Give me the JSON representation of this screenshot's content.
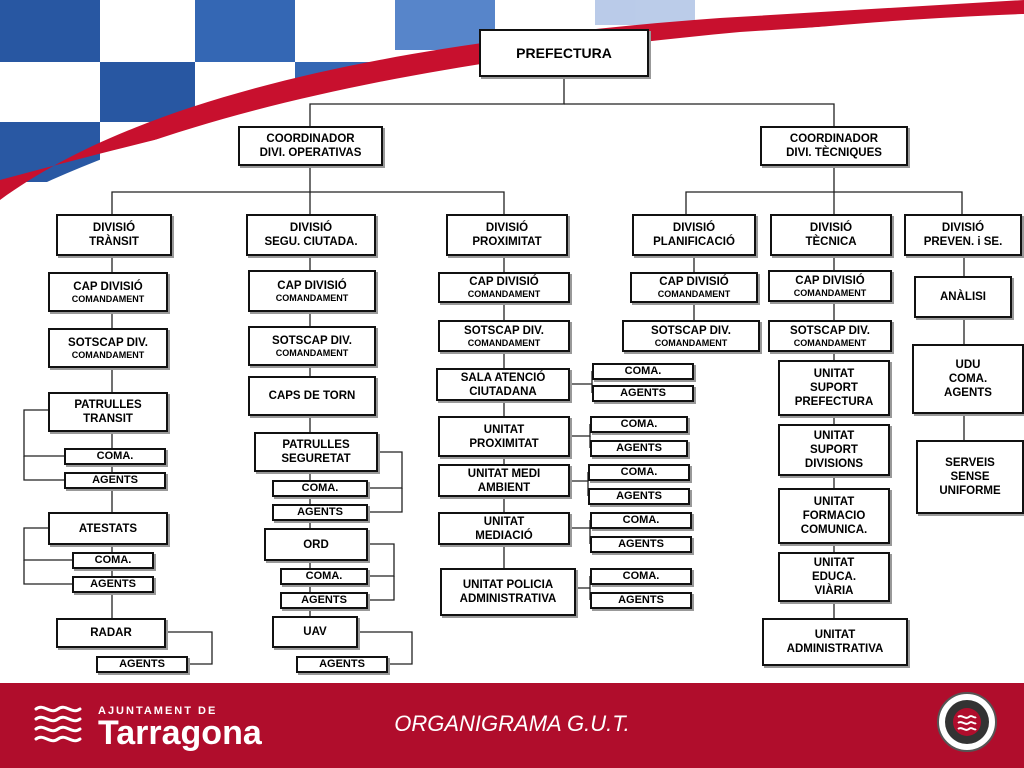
{
  "colors": {
    "footer_bg": "#b00d2c",
    "header_blue": "#1d4f9e",
    "header_red": "#c8102e"
  },
  "org": {
    "prefectura": "PREFECTURA",
    "coord_operativas": [
      "COORDINADOR",
      "DIVI. OPERATIVAS"
    ],
    "coord_tecniques": [
      "COORDINADOR",
      "DIVI. TÈCNIQUES"
    ],
    "divisions": {
      "transit": [
        "DIVISIÓ",
        "TRÀNSIT"
      ],
      "segu_ciutada": [
        "DIVISIÓ",
        "SEGU. CIUTADA."
      ],
      "proximitat": [
        "DIVISIÓ",
        "PROXIMITAT"
      ],
      "planificacio": [
        "DIVISIÓ",
        "PLANIFICACIÓ"
      ],
      "tecnica": [
        "DIVISIÓ",
        "TÈCNICA"
      ],
      "preven": [
        "DIVISIÓ",
        "PREVEN. i SE."
      ]
    },
    "cap_divisio": "CAP DIVISIÓ",
    "cap_divisio_2": "CAP  DIVISIÓ",
    "comandament": "COMANDAMENT",
    "sotscap": "SOTSCAP  DIV.",
    "sotscap_2": "SOTSCAP DIV.",
    "coma": "COMA.",
    "agents": "AGENTS",
    "transit": {
      "patrulles": [
        "PATRULLES",
        "TRANSIT"
      ],
      "atestats": "ATESTATS",
      "radar": "RADAR"
    },
    "segu": {
      "caps_torn": "CAPS DE TORN",
      "patrulles": [
        "PATRULLES",
        "SEGURETAT"
      ],
      "ord": "ORD",
      "uav": "UAV"
    },
    "prox": {
      "sala": [
        "SALA  ATENCIÓ",
        "CIUTADANA"
      ],
      "proximitat": [
        "UNITAT",
        "PROXIMITAT"
      ],
      "medi": [
        "UNITAT MEDI",
        "AMBIENT"
      ],
      "mediacio": [
        "UNITAT",
        "MEDIACIÓ"
      ],
      "policia": [
        "UNITAT POLICIA",
        "ADMINISTRATIVA"
      ]
    },
    "tecnica": {
      "suport_pref": [
        "UNITAT",
        "SUPORT",
        "PREFECTURA"
      ],
      "suport_div": [
        "UNITAT",
        "SUPORT",
        "DIVISIONS"
      ],
      "formacio": [
        "UNITAT",
        "FORMACIO",
        "COMUNICA."
      ],
      "educa": [
        "UNITAT",
        "EDUCA.",
        "VIÀRIA"
      ],
      "admin": [
        "UNITAT",
        "ADMINISTRATIVA"
      ]
    },
    "preven": {
      "analisi": "ANÀLISI",
      "udu": [
        "UDU",
        "COMA.",
        "AGENTS"
      ],
      "serveis": [
        "SERVEIS",
        "SENSE",
        "UNIFORME"
      ]
    }
  },
  "footer": {
    "title": "ORGANIGRAMA  G.U.T.",
    "logo_top": "AJUNTAMENT DE",
    "logo_main": "Tarragona"
  }
}
